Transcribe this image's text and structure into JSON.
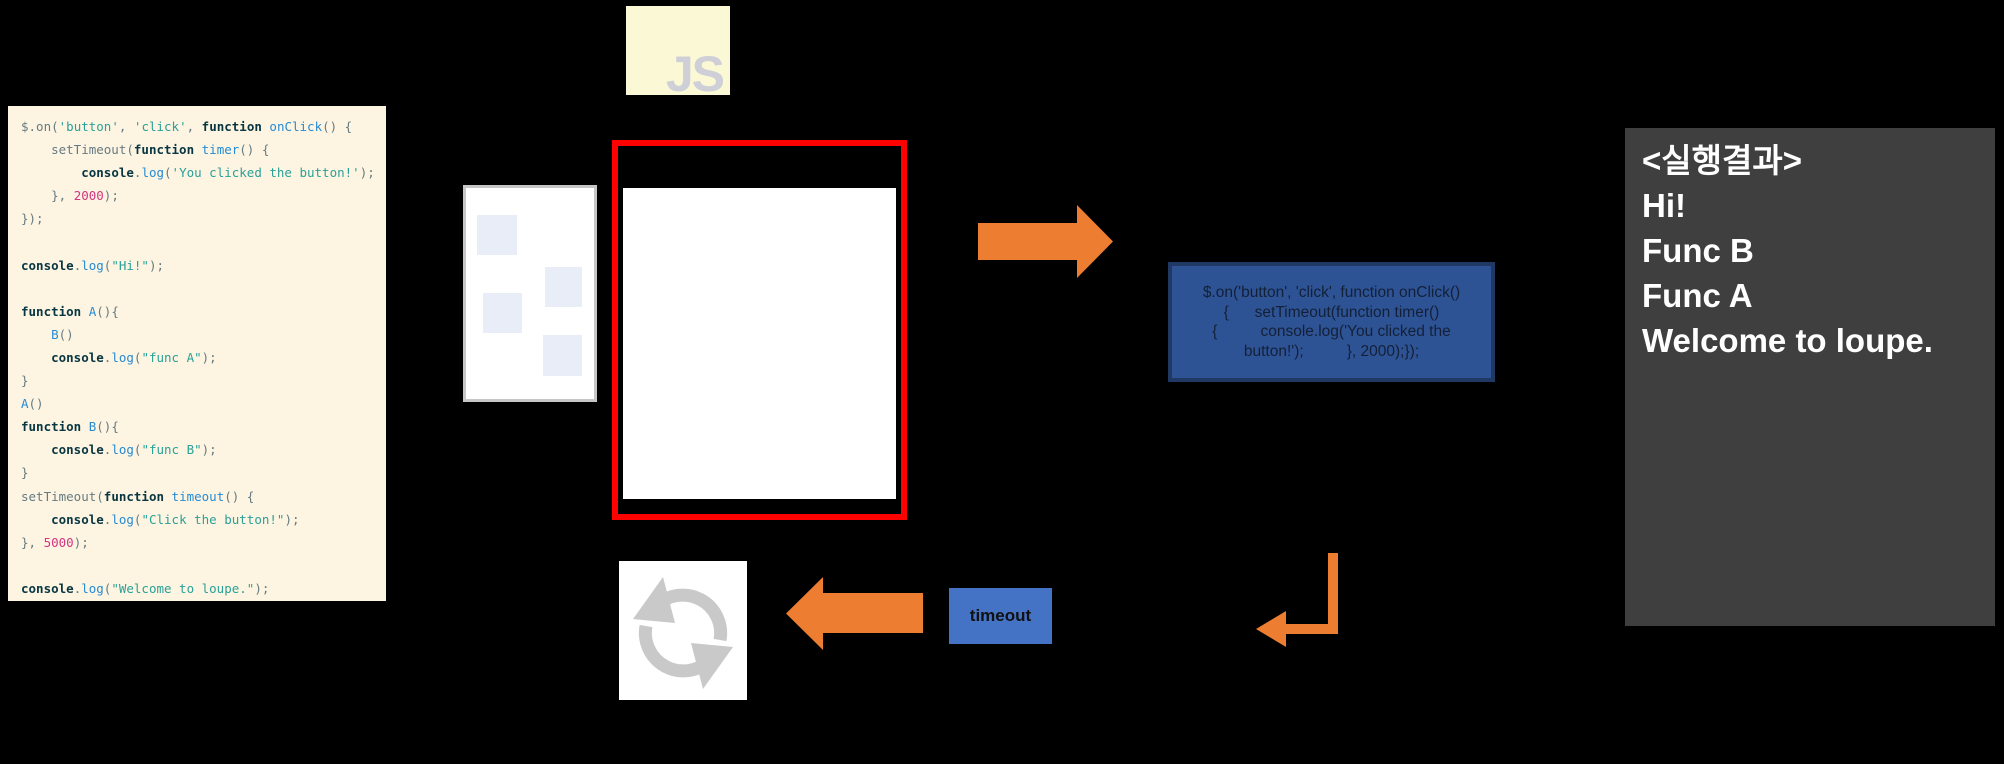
{
  "colors": {
    "background": "#000000",
    "arrow_orange": "#ed7d31",
    "red_frame": "#fe0101",
    "blue_box_fill": "#2e5395",
    "blue_box_border": "#1f3864",
    "timeout_fill": "#4472c4",
    "result_panel_fill": "#3f3f3f",
    "code_panel_fill": "#fdf4e1",
    "js_logo_fill": "#fbf9d5",
    "refresh_glyph": "#c9c9c9"
  },
  "js_logo": {
    "label": "JS"
  },
  "code_panel": {
    "lines": [
      [
        [
          "p",
          "$.on("
        ],
        [
          "s",
          "'button'"
        ],
        [
          "p",
          ", "
        ],
        [
          "s",
          "'click'"
        ],
        [
          "p",
          ", "
        ],
        [
          "k",
          "function"
        ],
        [
          "p",
          " "
        ],
        [
          "b",
          "onClick"
        ],
        [
          "p",
          "() {"
        ]
      ],
      [
        [
          "p",
          "    setTimeout("
        ],
        [
          "k",
          "function"
        ],
        [
          "p",
          " "
        ],
        [
          "b",
          "timer"
        ],
        [
          "p",
          "() {"
        ]
      ],
      [
        [
          "p",
          "        "
        ],
        [
          "k",
          "console"
        ],
        [
          "p",
          "."
        ],
        [
          "b",
          "log"
        ],
        [
          "p",
          "("
        ],
        [
          "s",
          "'You clicked the button!'"
        ],
        [
          "p",
          ");"
        ]
      ],
      [
        [
          "p",
          "    }, "
        ],
        [
          "n",
          "2000"
        ],
        [
          "p",
          ");"
        ]
      ],
      [
        [
          "p",
          "});"
        ]
      ],
      [],
      [
        [
          "k",
          "console"
        ],
        [
          "p",
          "."
        ],
        [
          "b",
          "log"
        ],
        [
          "p",
          "("
        ],
        [
          "s",
          "\"Hi!\""
        ],
        [
          "p",
          ");"
        ]
      ],
      [],
      [
        [
          "k",
          "function"
        ],
        [
          "p",
          " "
        ],
        [
          "b",
          "A"
        ],
        [
          "p",
          "(){"
        ]
      ],
      [
        [
          "p",
          "    "
        ],
        [
          "b",
          "B"
        ],
        [
          "p",
          "()"
        ]
      ],
      [
        [
          "p",
          "    "
        ],
        [
          "k",
          "console"
        ],
        [
          "p",
          "."
        ],
        [
          "b",
          "log"
        ],
        [
          "p",
          "("
        ],
        [
          "s",
          "\"func A\""
        ],
        [
          "p",
          ");"
        ]
      ],
      [
        [
          "p",
          "}"
        ]
      ],
      [
        [
          "b",
          "A"
        ],
        [
          "p",
          "()"
        ]
      ],
      [
        [
          "k",
          "function"
        ],
        [
          "p",
          " "
        ],
        [
          "b",
          "B"
        ],
        [
          "p",
          "(){"
        ]
      ],
      [
        [
          "p",
          "    "
        ],
        [
          "k",
          "console"
        ],
        [
          "p",
          "."
        ],
        [
          "b",
          "log"
        ],
        [
          "p",
          "("
        ],
        [
          "s",
          "\"func B\""
        ],
        [
          "p",
          ");"
        ]
      ],
      [
        [
          "p",
          "}"
        ]
      ],
      [
        [
          "p",
          "setTimeout("
        ],
        [
          "k",
          "function"
        ],
        [
          "p",
          " "
        ],
        [
          "b",
          "timeout"
        ],
        [
          "p",
          "() {"
        ]
      ],
      [
        [
          "p",
          "    "
        ],
        [
          "k",
          "console"
        ],
        [
          "p",
          "."
        ],
        [
          "b",
          "log"
        ],
        [
          "p",
          "("
        ],
        [
          "s",
          "\"Click the button!\""
        ],
        [
          "p",
          ");"
        ]
      ],
      [
        [
          "p",
          "}, "
        ],
        [
          "n",
          "5000"
        ],
        [
          "p",
          ");"
        ]
      ],
      [],
      [
        [
          "k",
          "console"
        ],
        [
          "p",
          "."
        ],
        [
          "b",
          "log"
        ],
        [
          "p",
          "("
        ],
        [
          "s",
          "\"Welcome to loupe.\""
        ],
        [
          "p",
          ");"
        ]
      ]
    ]
  },
  "blue_code_box": {
    "lines": [
      "$.on('button', 'click', function onClick()",
      "{      setTimeout(function timer()",
      "{          console.log('You clicked the",
      "button!');          }, 2000);});"
    ]
  },
  "timeout_chip": {
    "label": "timeout"
  },
  "result_panel": {
    "title": "<실행결과>",
    "lines": [
      "Hi!",
      "Func B",
      "Func A",
      "Welcome to loupe."
    ]
  }
}
